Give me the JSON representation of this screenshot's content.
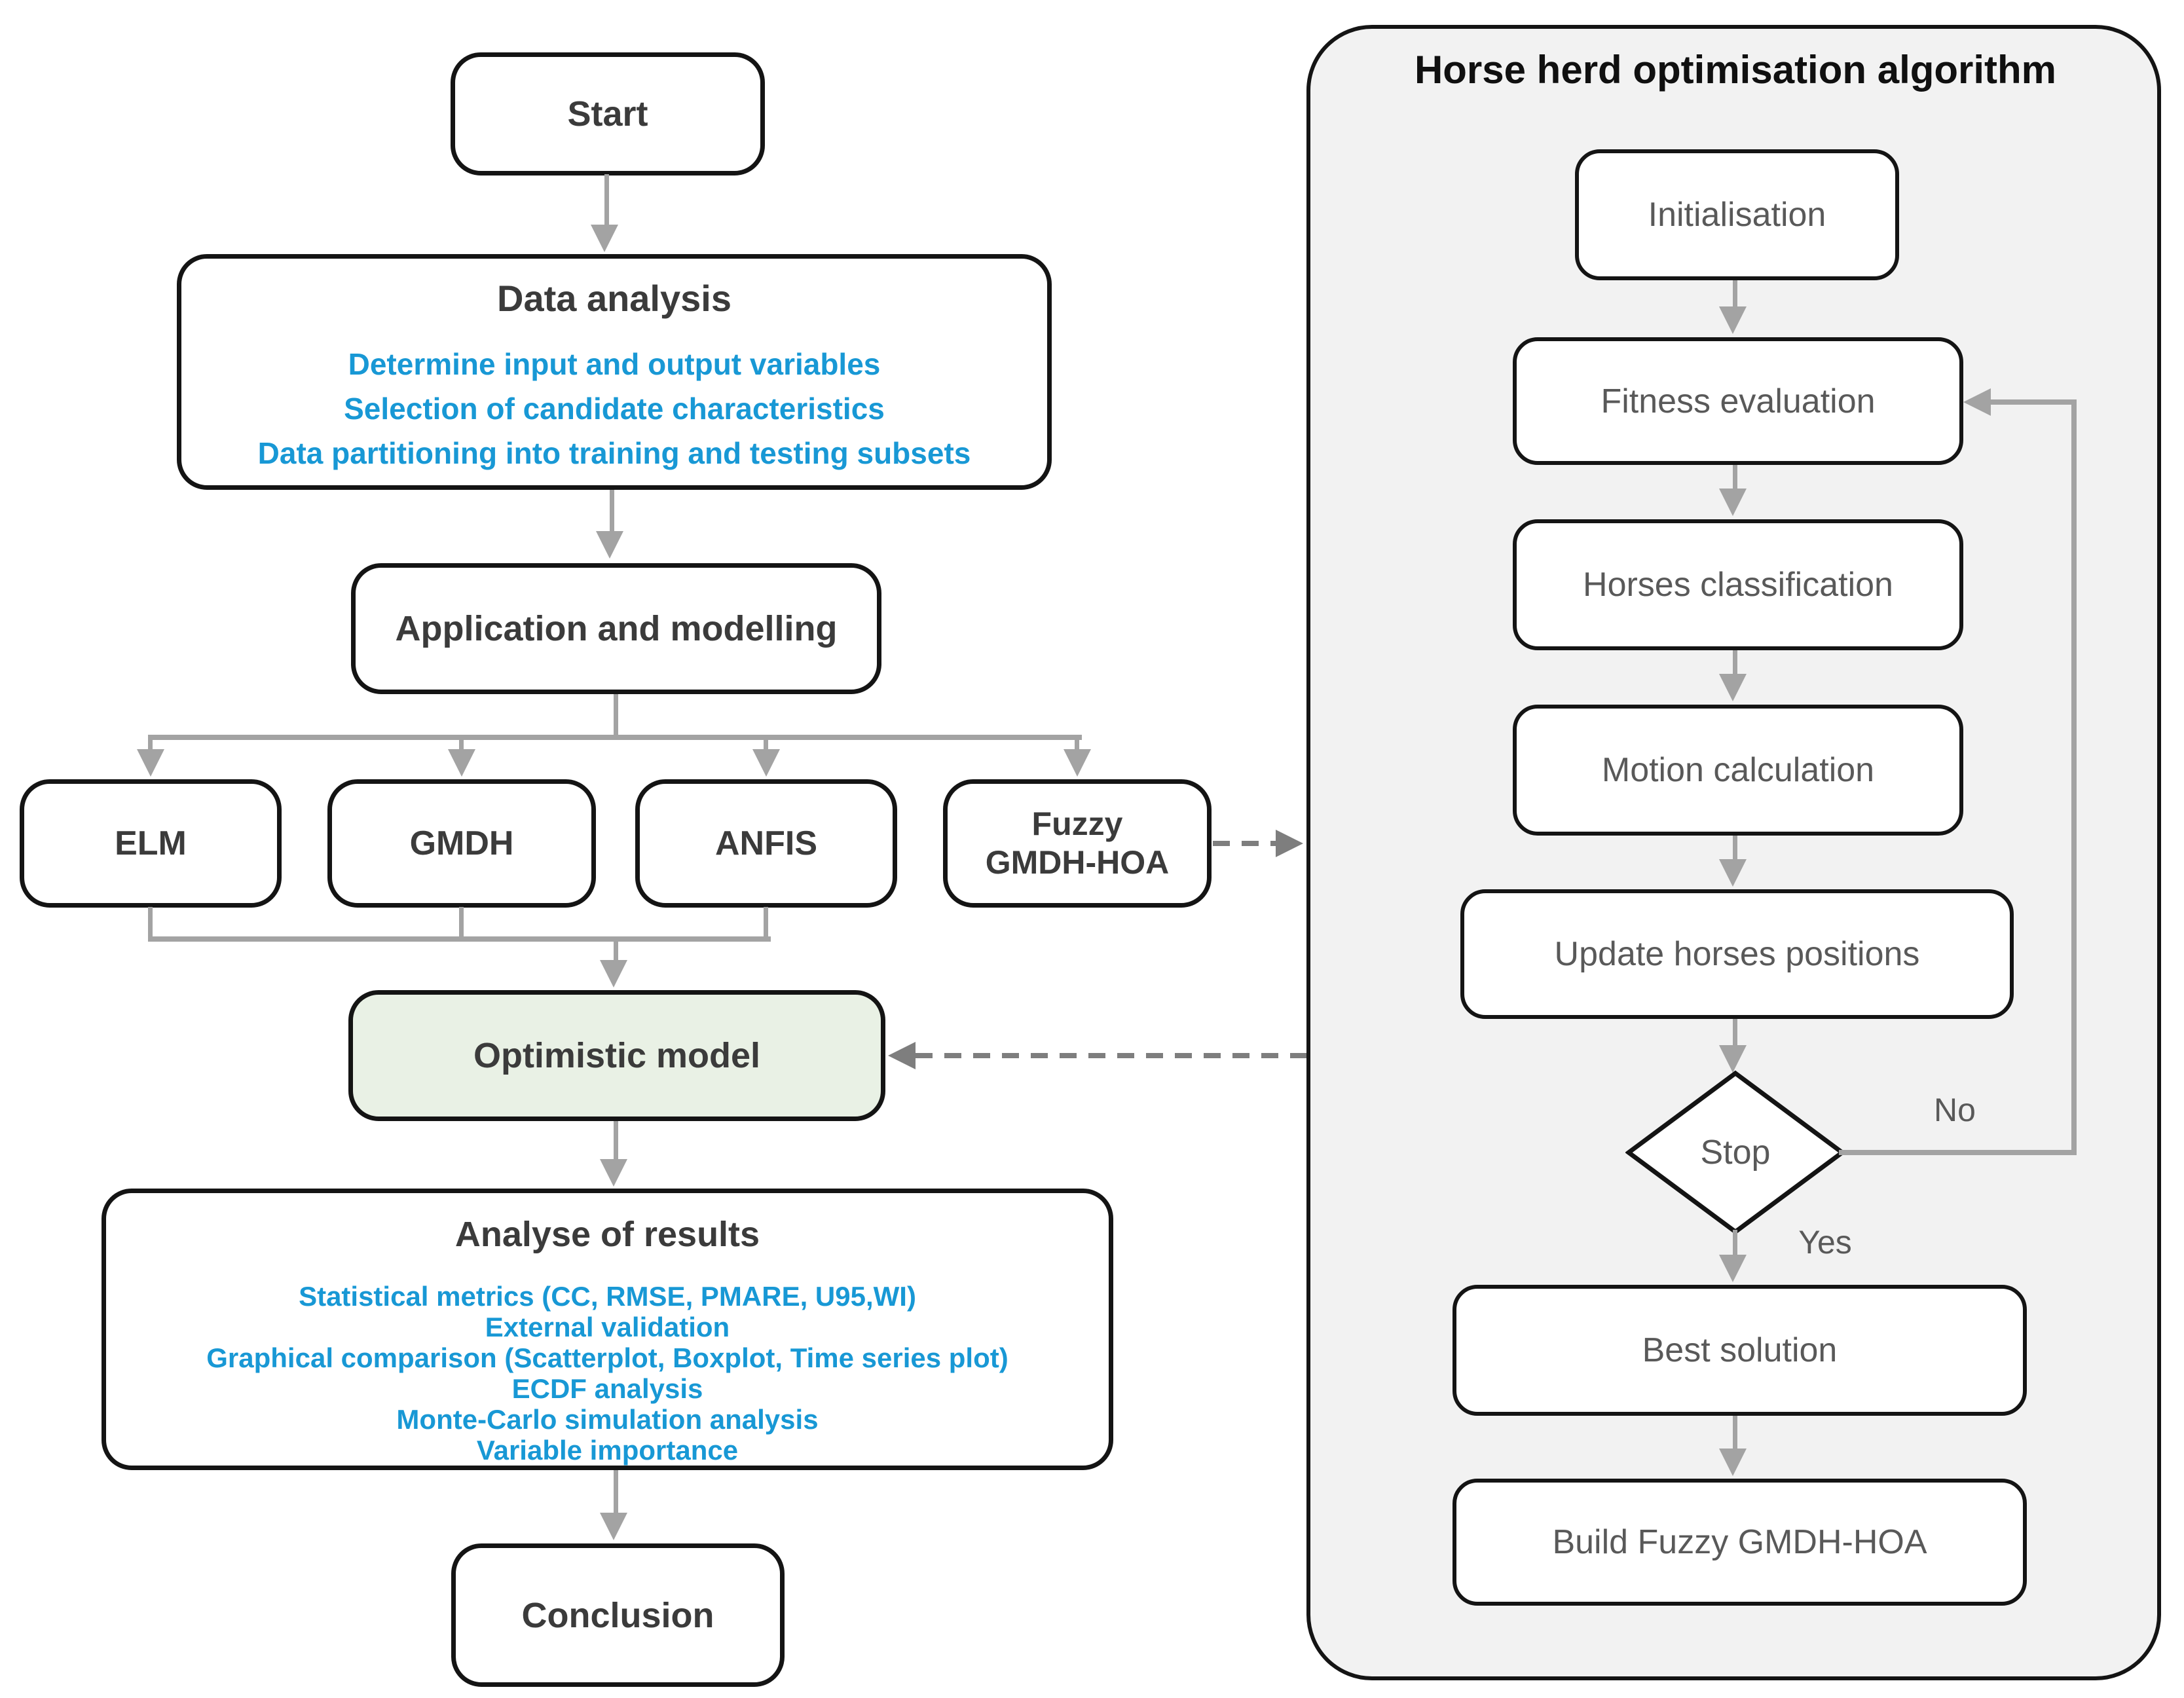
{
  "colors": {
    "accent_blue": "#1898d5",
    "optimistic_green": "#e9f1e5",
    "panel_gray": "#f2f2f2",
    "arrow_gray": "#a3a3a3",
    "border_black": "#141414",
    "left_text": "#3b3b3b",
    "panel_text": "#595959"
  },
  "left_flow": {
    "start": "Start",
    "data_analysis": {
      "title": "Data analysis",
      "items": [
        "Determine input and output variables",
        "Selection of candidate characteristics",
        "Data partitioning into training and testing subsets"
      ]
    },
    "application": "Application and modelling",
    "models": [
      "ELM",
      "GMDH",
      "ANFIS",
      "Fuzzy GMDH-HOA"
    ],
    "optimistic": "Optimistic model",
    "analysis": {
      "title": "Analyse of results",
      "items": [
        "Statistical metrics (CC, RMSE, PMARE, U95,WI)",
        "External validation",
        "Graphical comparison (Scatterplot, Boxplot, Time series plot)",
        "ECDF analysis",
        "Monte-Carlo simulation analysis",
        "Variable importance"
      ]
    },
    "conclusion": "Conclusion"
  },
  "hoa_panel": {
    "title": "Horse herd optimisation algorithm",
    "steps": {
      "initialisation": "Initialisation",
      "fitness": "Fitness evaluation",
      "classification": "Horses classification",
      "motion": "Motion calculation",
      "update": "Update horses positions",
      "stop": "Stop",
      "best": "Best solution",
      "build": "Build Fuzzy GMDH-HOA"
    },
    "branch_labels": {
      "no": "No",
      "yes": "Yes"
    }
  }
}
